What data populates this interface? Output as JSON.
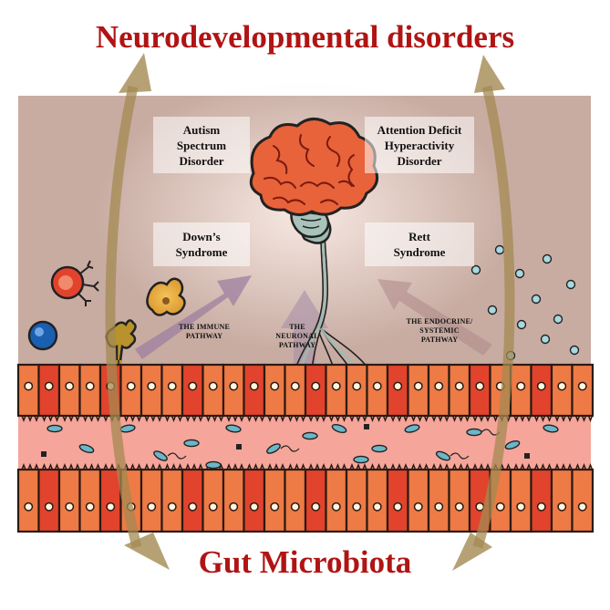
{
  "title_top": "Neurodevelopmental disorders",
  "title_bottom": "Gut Microbiota",
  "disorders": {
    "autism": "Autism Spectrum Disorder",
    "adhd": "Attention Deficit Hyperactivity Disorder",
    "downs": "Down’s Syndrome",
    "rett": "Rett Syndrome"
  },
  "pathways": {
    "immune": "THE IMMUNE PATHWAY",
    "neuronal": "THE NEURONAL PATHWAY",
    "endocrine": "THE ENDOCRINE/ SYSTEMIC PATHWAY"
  },
  "colors": {
    "title": "#b01414",
    "panel": "#c8aca2",
    "arrow": "#a48a52",
    "lumen": "#f5a59a",
    "cell_orange": "#ee7a45",
    "cell_red": "#e2432d",
    "brain": "#e8623a",
    "cerebellum": "#9fbab2"
  },
  "icons": [
    "brain-icon",
    "macrophage-icon",
    "dendritic-cell-icon",
    "lymphocyte-icon",
    "bacteria-icon"
  ]
}
